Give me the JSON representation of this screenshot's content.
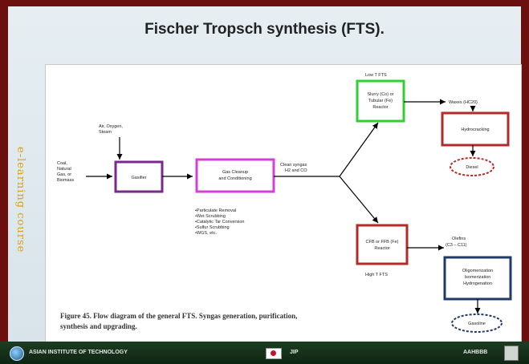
{
  "slide": {
    "title": "Fischer Tropsch synthesis (FTS).",
    "side_text": "e-learning course"
  },
  "diagram": {
    "feed": [
      "Coal,",
      "Natural",
      "Gas, or",
      "Biomass"
    ],
    "oxidant": [
      "Air, Oxygen,",
      "Steam"
    ],
    "gasifier": "Gasifier",
    "cleanup": [
      "Gas Cleanup",
      "and Conditioning"
    ],
    "cleanup_steps": [
      "•Particulate Removal",
      "•Wet Scrubbing",
      "•Catalytic Tar Conversion",
      "•Sulfur Scrubbing",
      "•WGS, etc."
    ],
    "syngas": [
      "Clean syngas",
      "H2 and CO"
    ],
    "low_t_label": "Low T FTS",
    "low_t_reactor": [
      "Slurry (Co) or",
      "Tubular (Fe)",
      "Reactor"
    ],
    "waxes": "Waxes (HC20)",
    "hydrocracking": "Hydrocracking",
    "diesel": "Diesel",
    "cfb_reactor": [
      "CFB or FFB (Fe)",
      "Reactor"
    ],
    "high_t_label": "High T FTS",
    "olefins": [
      "Olefins",
      "(C3 – C11)"
    ],
    "upgrading": [
      "Oligomerization",
      "Isomerization",
      "Hydrogenation"
    ],
    "gasoline": "Gasoline"
  },
  "caption": [
    "Figure 45. Flow diagram of the general FTS. Syngas generation, purification,",
    "synthesis and upgrading."
  ],
  "footer": {
    "org": "ASIAN INSTITUTE OF TECHNOLOGY",
    "jp": "JIP",
    "code": "AAHBBB"
  },
  "colors": {
    "purple": "#7a2a8c",
    "magenta": "#d43fd8",
    "green": "#2fd02f",
    "red": "#b42a2a",
    "navy": "#1f3a66",
    "background": "#6b0f0f"
  }
}
